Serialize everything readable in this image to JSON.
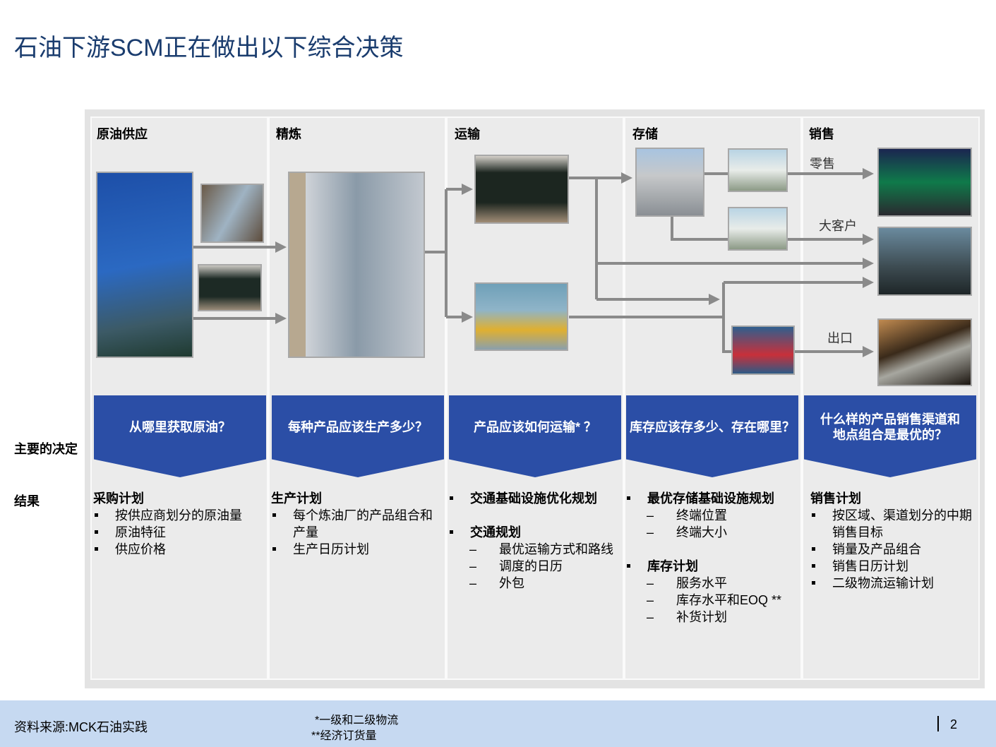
{
  "title": "石油下游SCM正在做出以下综合决策",
  "columns": [
    {
      "heading": "原油供应",
      "decision": "从哪里获取原油？"
    },
    {
      "heading": "精炼",
      "decision": "每种产品应该生产多少？"
    },
    {
      "heading": "运输",
      "decision": "产品应该如何运输* ？"
    },
    {
      "heading": "存储",
      "decision": "库存应该存多少、存在哪里？"
    },
    {
      "heading": "销售",
      "decision": "什么样的产品销售渠道和地点组合是最优的？"
    }
  ],
  "flow_labels": {
    "retail": "零售",
    "key_account": "大客户",
    "export": "出口"
  },
  "row_labels": {
    "decisions": "主要的决定",
    "results": "结果"
  },
  "results": {
    "supply": {
      "heading": "采购计划",
      "items": [
        "按供应商划分的原油量",
        "原油特征",
        "供应价格"
      ]
    },
    "refining": {
      "heading": "生产计划",
      "items": [
        "每个炼油厂的产品组合和产量",
        "生产日历计划"
      ]
    },
    "transport": {
      "h1": "交通基础设施优化规划",
      "h2": "交通规划",
      "items": [
        "最优运输方式和路线",
        "调度的日历",
        "外包"
      ]
    },
    "storage": {
      "h1": "最优存储基础设施规划",
      "items1": [
        "终端位置",
        "终端大小"
      ],
      "h2": "库存计划",
      "items2": [
        "服务水平",
        "库存水平和EOQ **",
        "补货计划"
      ]
    },
    "sales": {
      "heading": "销售计划",
      "items": [
        "按区域、渠道划分的中期销售目标",
        "销量及产品组合",
        "销售日历计划",
        "二级物流运输计划"
      ]
    }
  },
  "footer": {
    "source": "资料来源:MCK石油实践",
    "note1": "*一级和二级物流",
    "note2": "**经济订货量",
    "page": "2"
  }
}
